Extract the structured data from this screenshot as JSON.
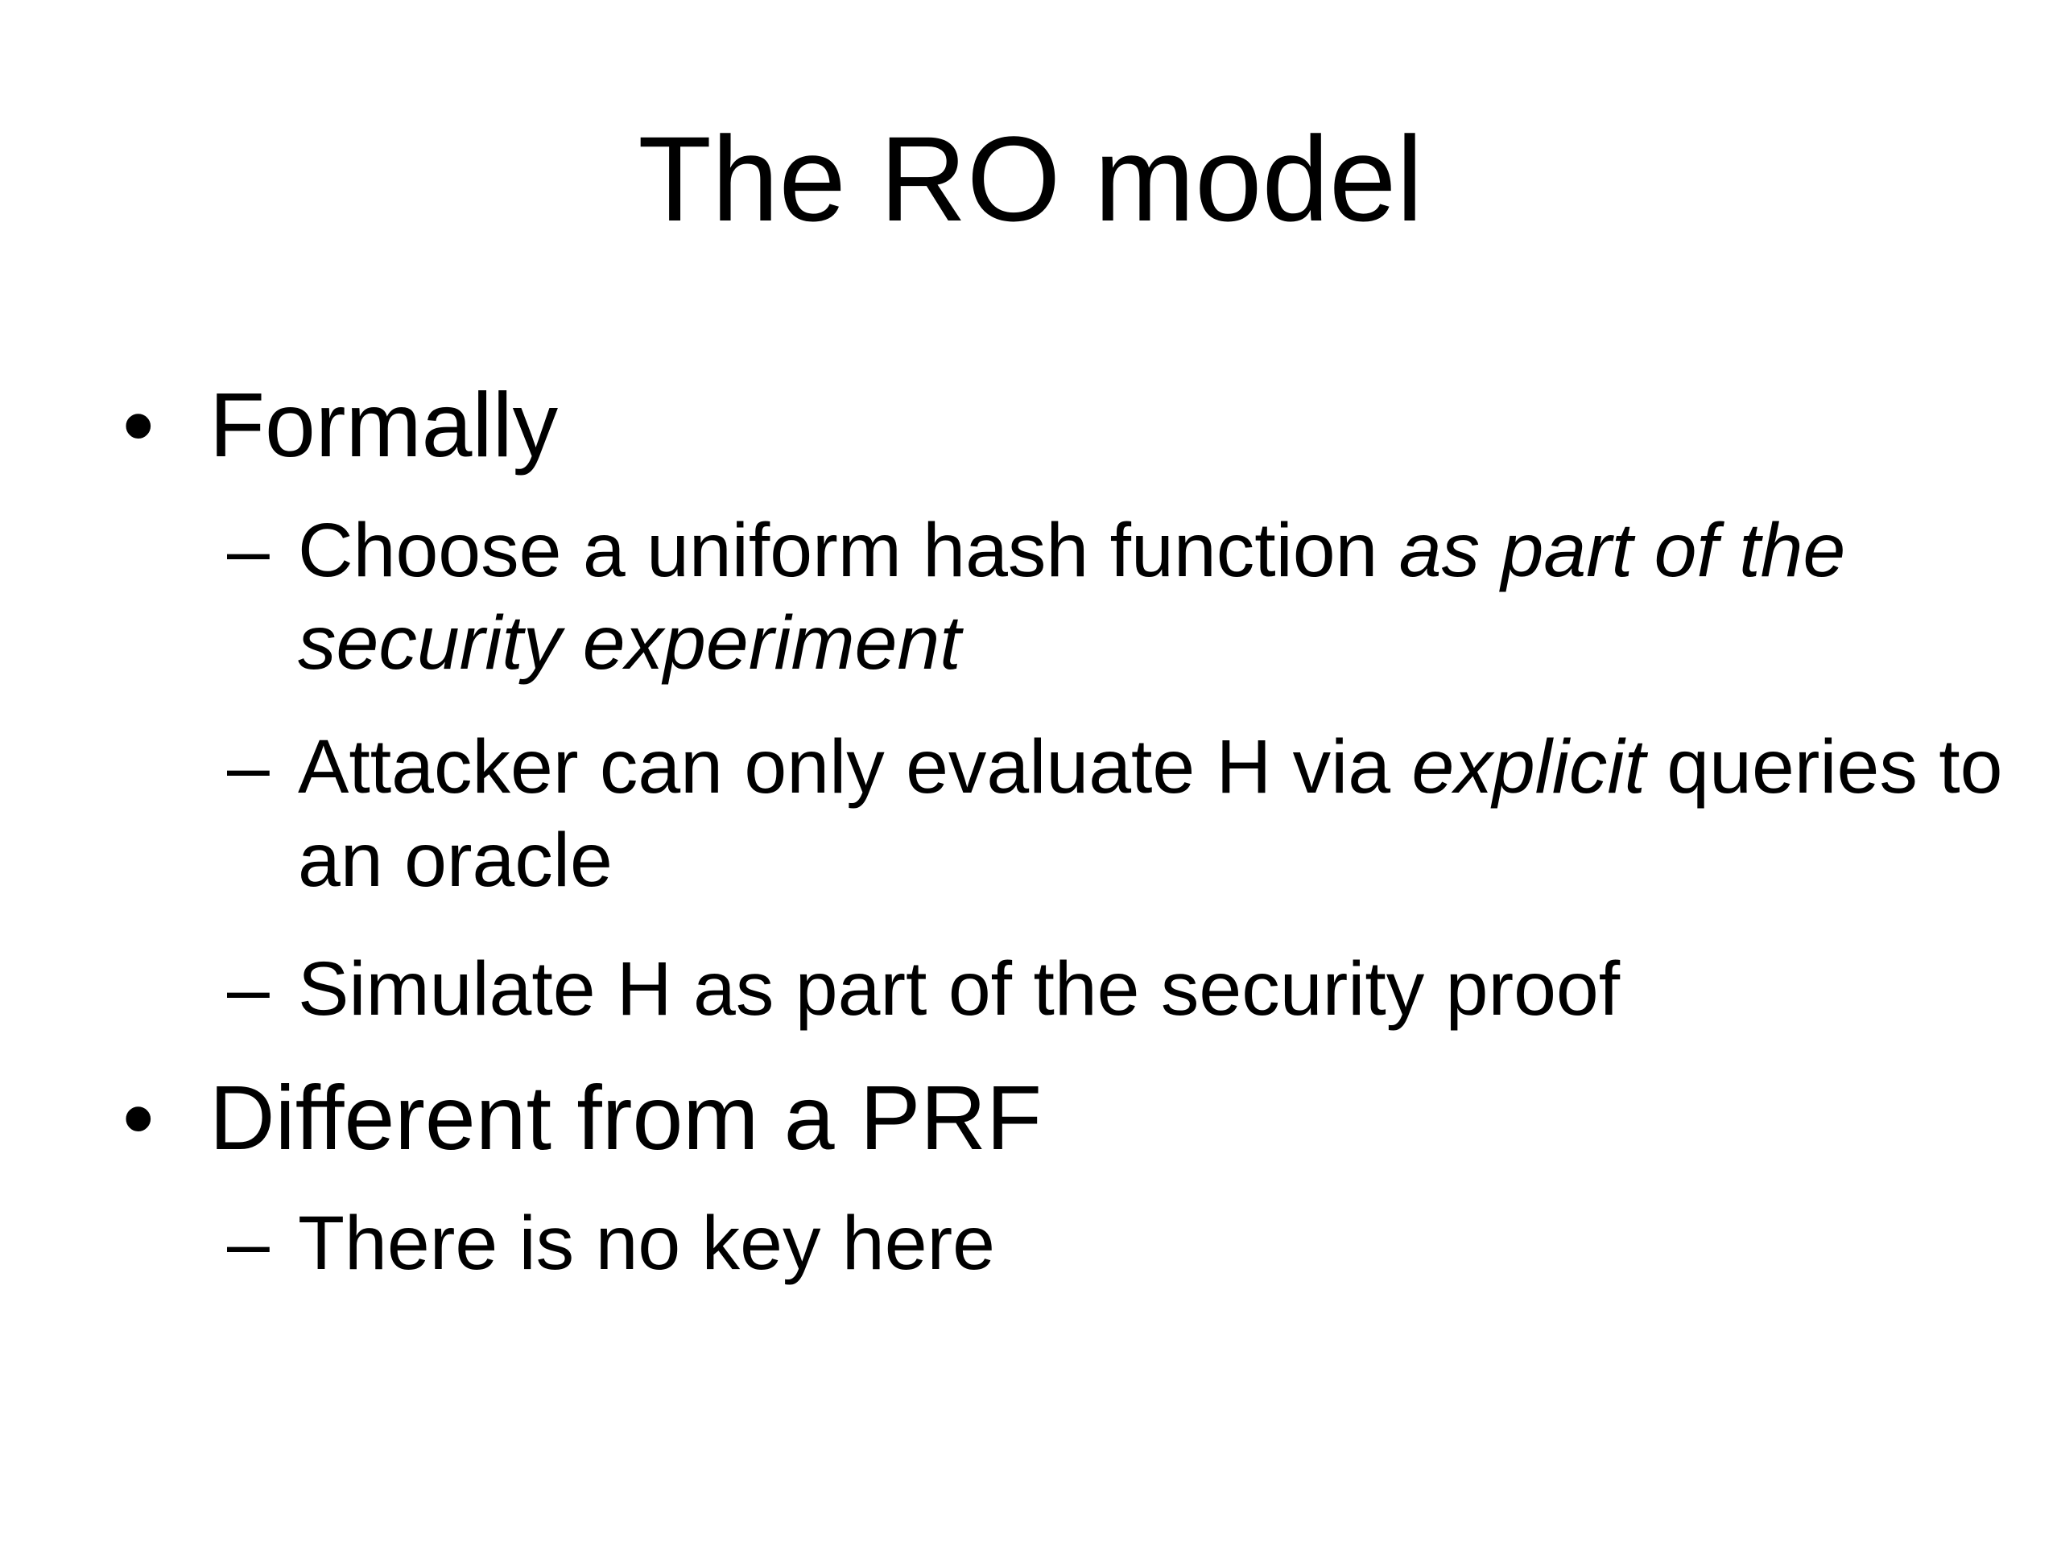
{
  "slide": {
    "title": "The RO model",
    "background_color": "#ffffff",
    "text_color": "#000000",
    "bullets": [
      {
        "marker": "•",
        "text": "Formally",
        "children": [
          {
            "marker": "–",
            "lines": [
              [
                {
                  "t": "Choose a uniform hash function ",
                  "italic": false
                },
                {
                  "t": "as part of the",
                  "italic": true
                }
              ],
              [
                {
                  "t": "security experiment",
                  "italic": true
                }
              ]
            ]
          },
          {
            "marker": "–",
            "lines": [
              [
                {
                  "t": "Attacker can only evaluate H via ",
                  "italic": false
                },
                {
                  "t": "explicit",
                  "italic": true
                },
                {
                  "t": " queries to",
                  "italic": false
                }
              ],
              [
                {
                  "t": "an oracle",
                  "italic": false
                }
              ]
            ]
          },
          {
            "marker": "–",
            "lines": [
              [
                {
                  "t": "Simulate H as part of the security proof",
                  "italic": false
                }
              ]
            ]
          }
        ]
      },
      {
        "marker": "•",
        "text": "Different from a PRF",
        "children": [
          {
            "marker": "–",
            "lines": [
              [
                {
                  "t": "There is no key here",
                  "italic": false
                }
              ]
            ]
          }
        ]
      }
    ]
  }
}
